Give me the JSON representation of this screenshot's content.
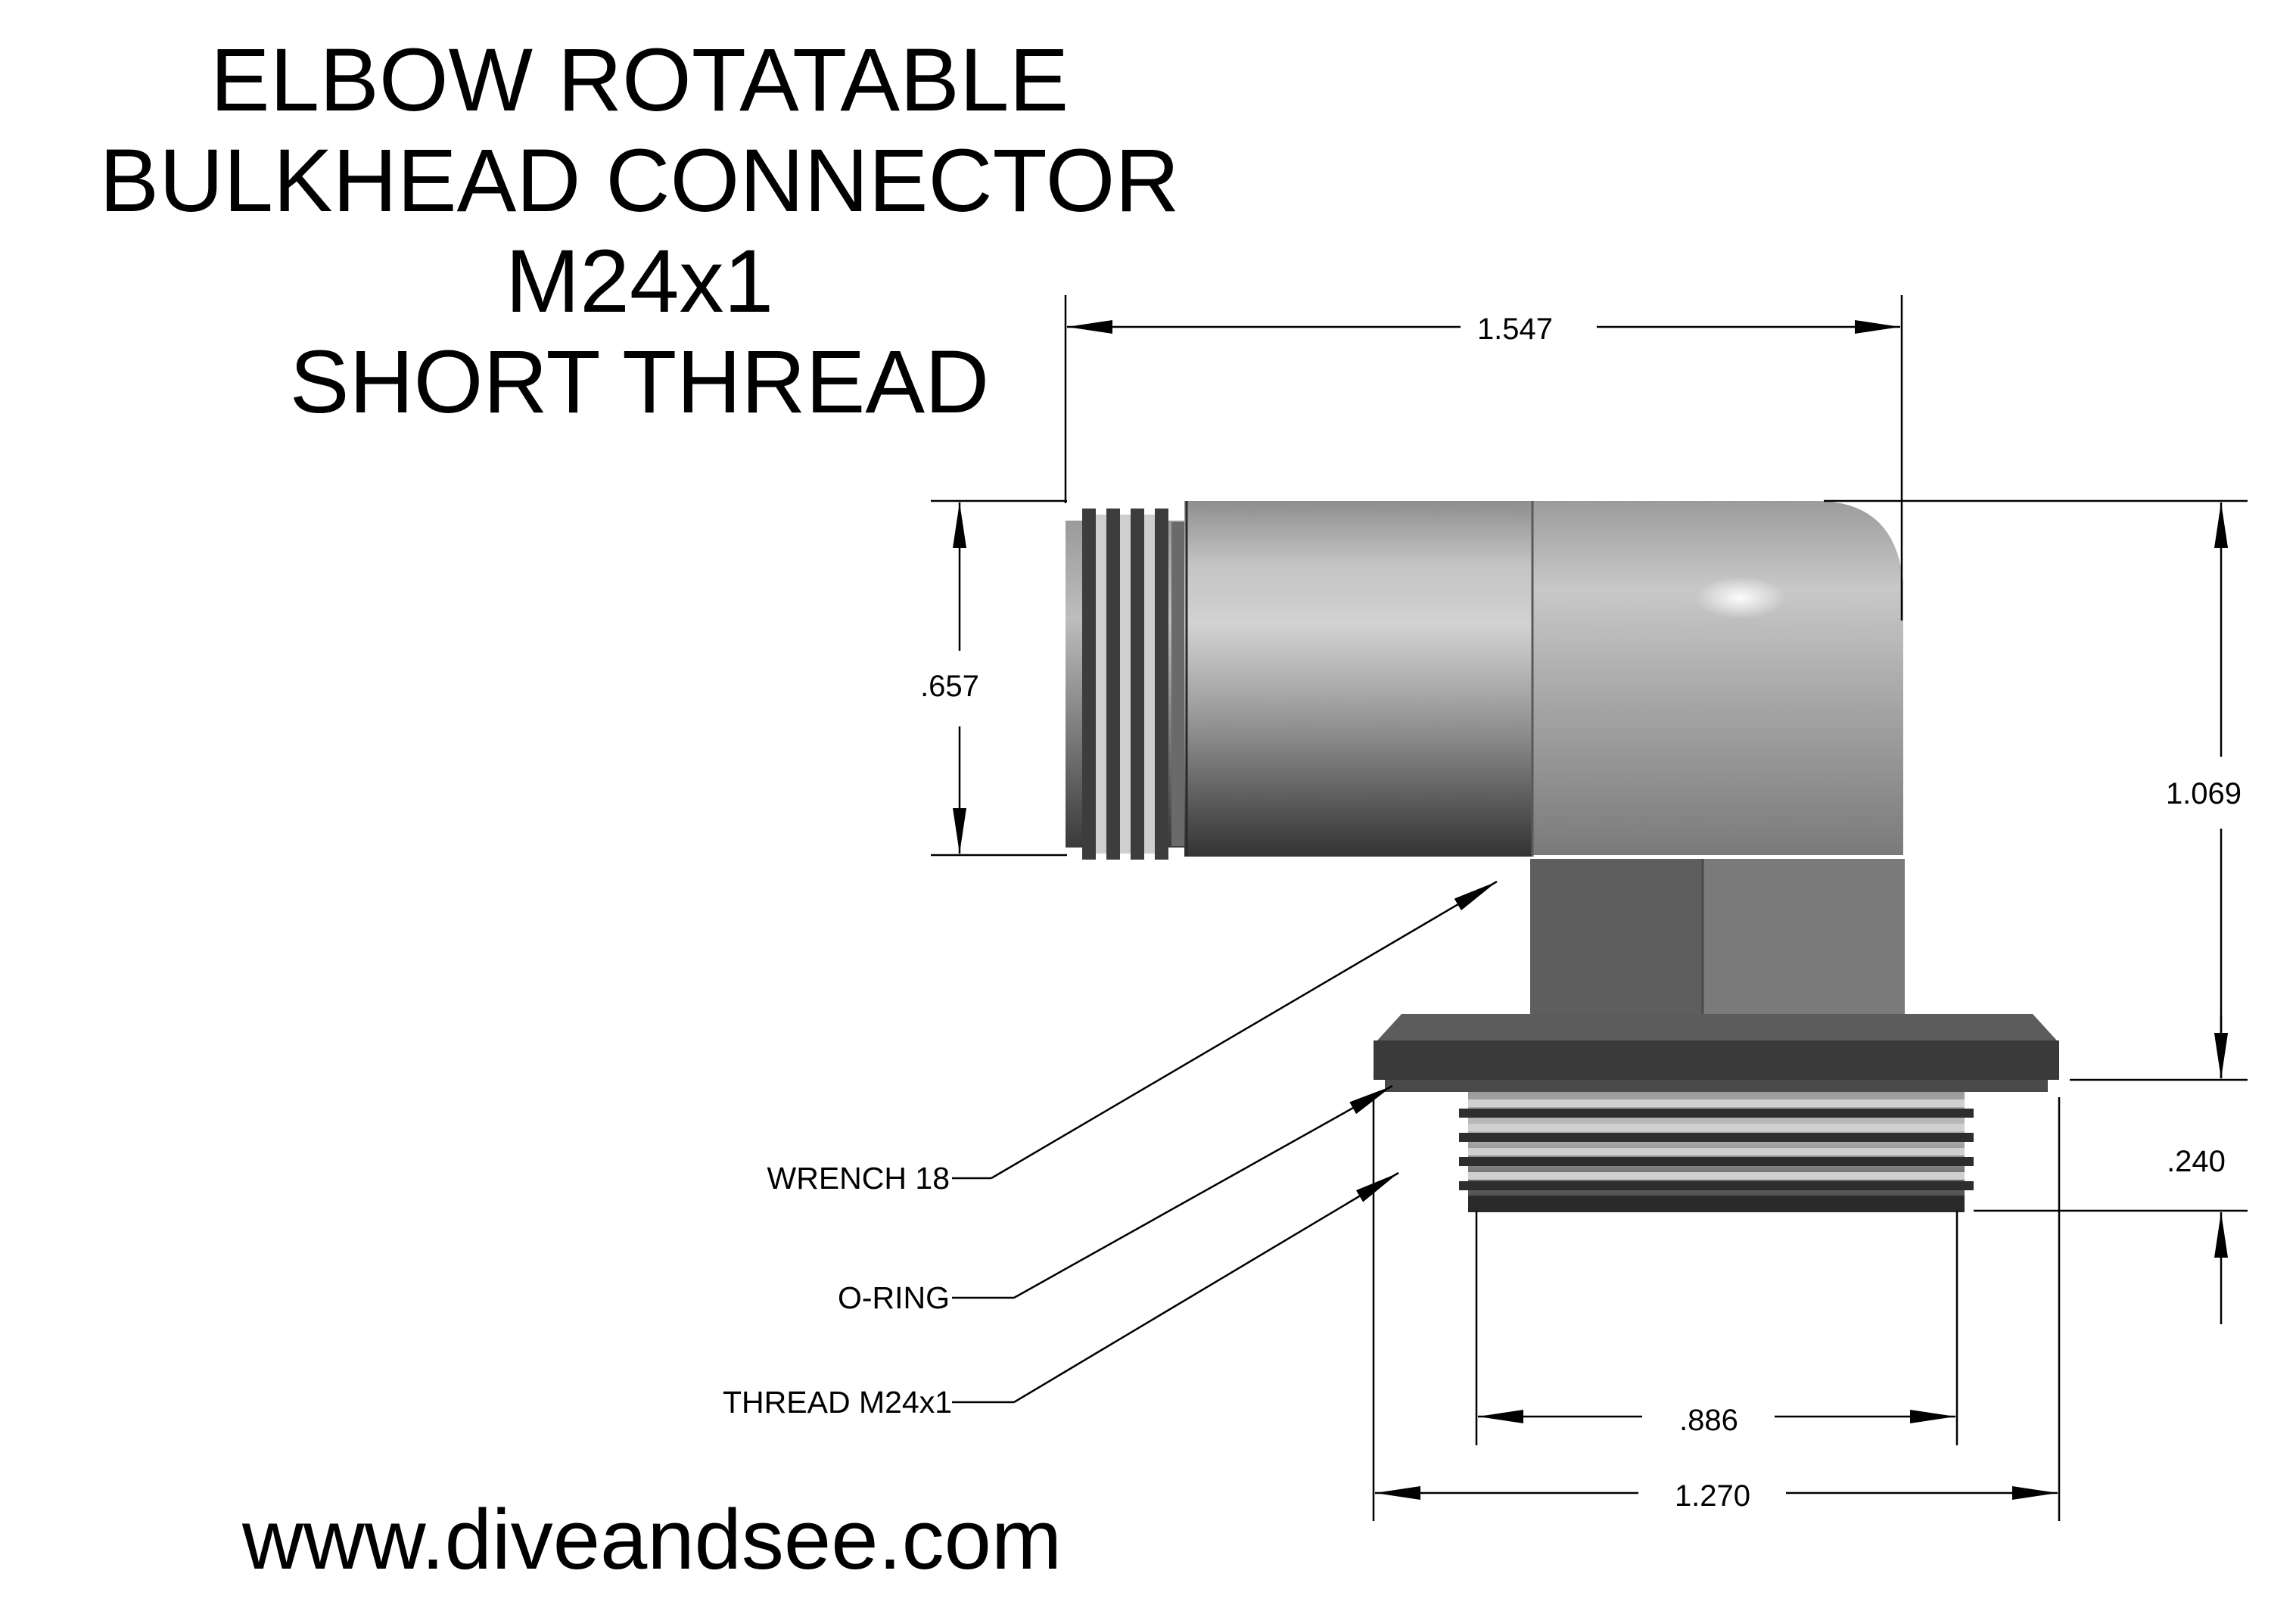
{
  "title_lines": [
    "ELBOW ROTATABLE",
    "BULKHEAD CONNECTOR",
    "M24x1",
    "SHORT THREAD"
  ],
  "website": "www.diveandsee.com",
  "dimensions": {
    "overall_length": "1.547",
    "side_port_height": ".657",
    "elbow_height": "1.069",
    "thread_length": ".240",
    "thread_diameter": ".886",
    "flange_diameter": "1.270"
  },
  "callouts": {
    "wrench": "WRENCH 18",
    "oring": "O-RING",
    "thread": "THREAD M24x1"
  },
  "colors": {
    "body_light": "#c9c9c9",
    "body_dark": "#5a5a5a",
    "dimension_lines": "#000000"
  }
}
